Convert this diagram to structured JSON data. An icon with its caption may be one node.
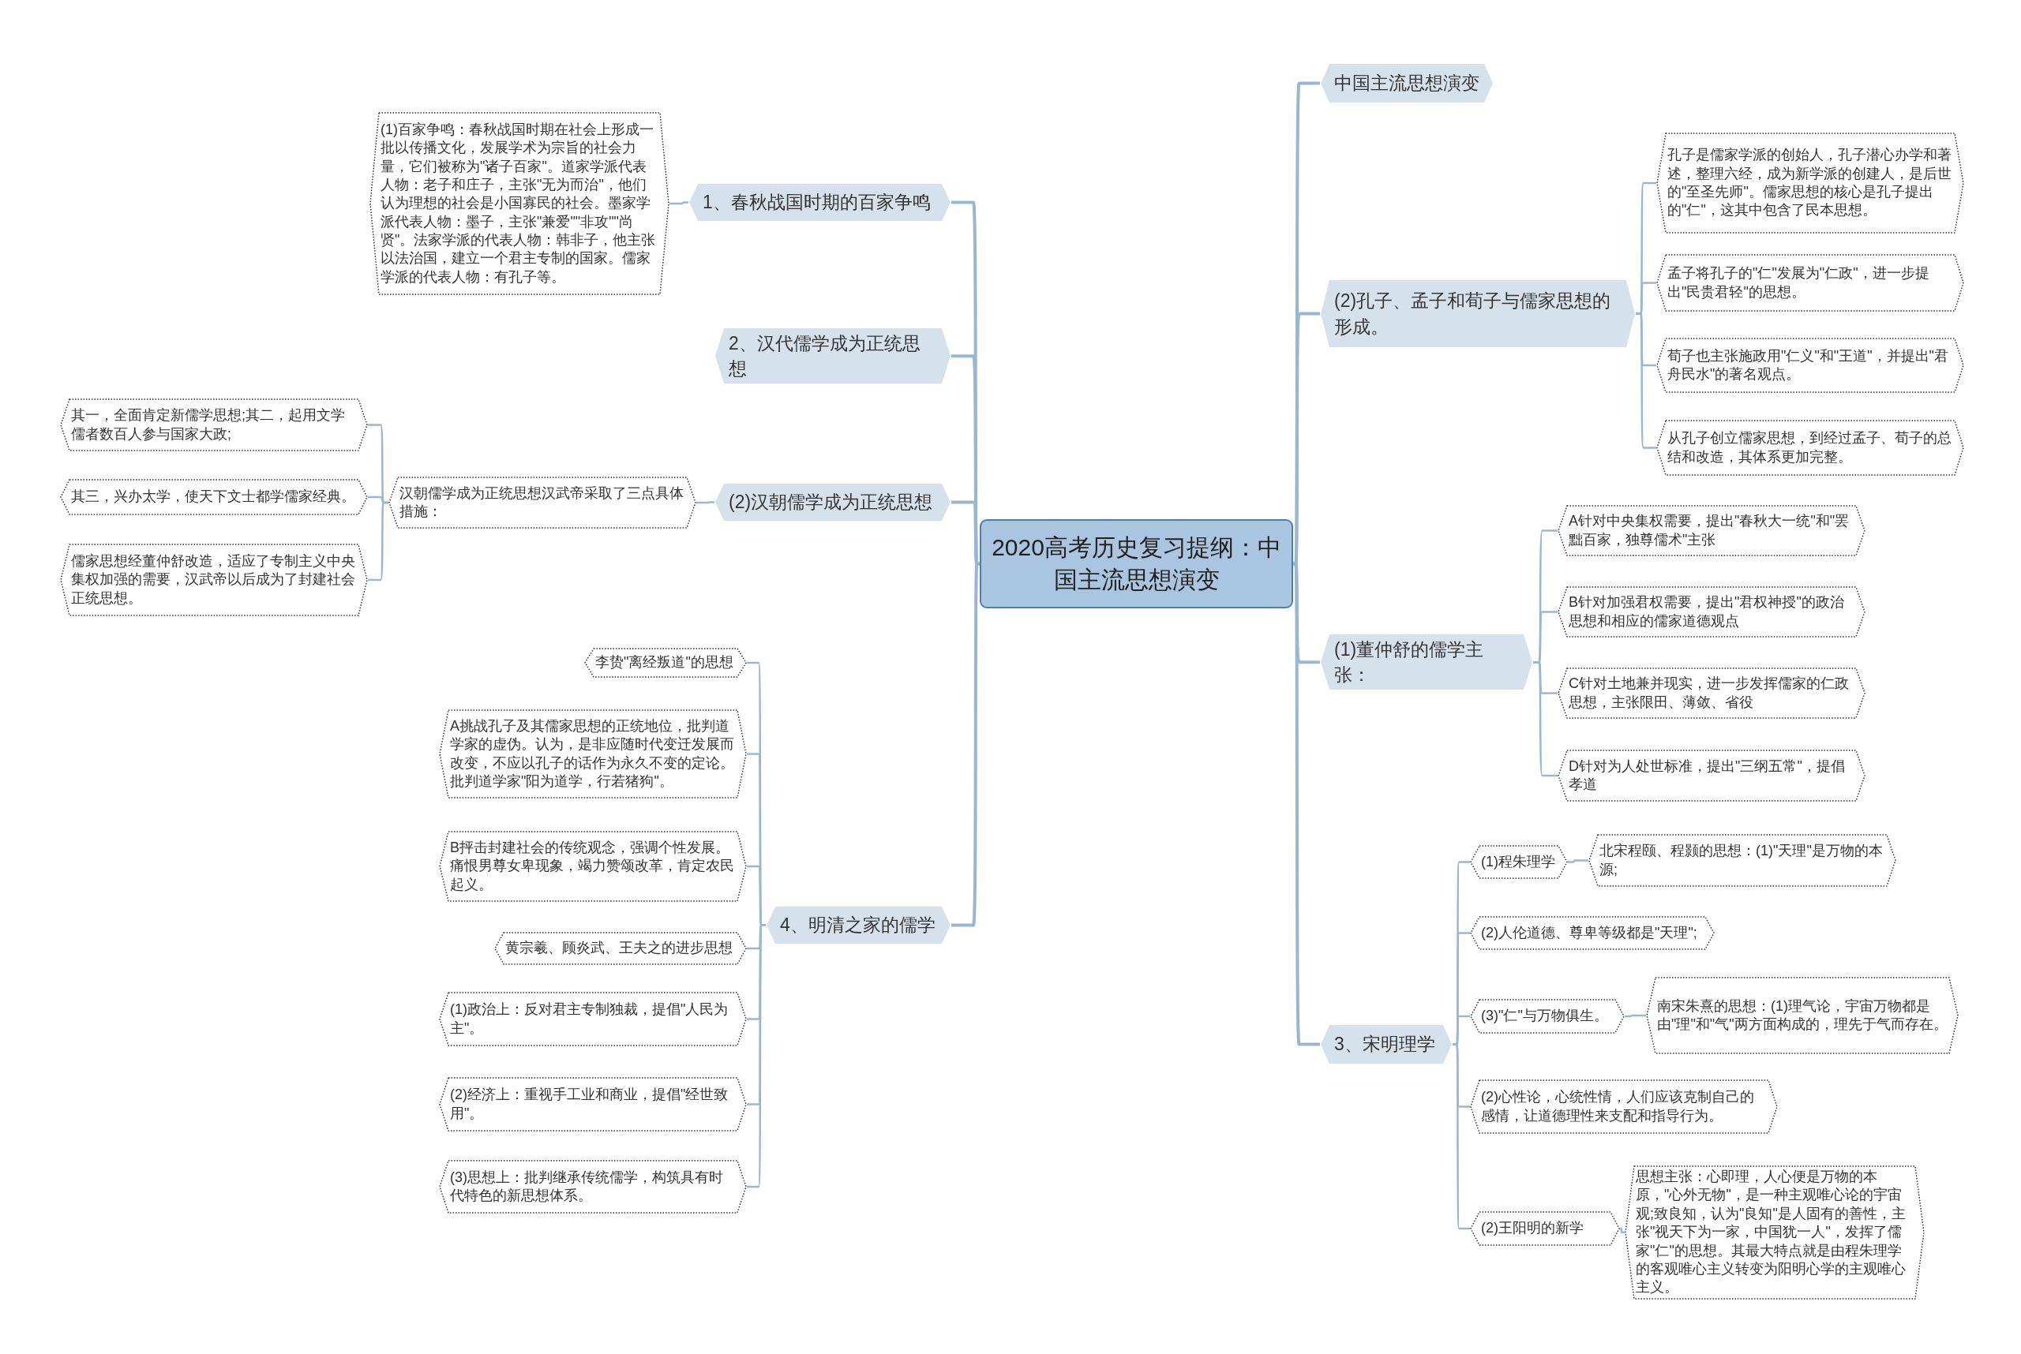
{
  "diagram": {
    "nodes": [
      {
        "text": [
          "2020高考历史复习提纲：中国主流思想演变"
        ]
      },
      {
        "text": [
          "1、春秋战国时期的百家争鸣"
        ]
      },
      {
        "text": [
          "(1)百家争鸣：春秋战国时期在社会上形成一批以传播文化，发展学术为宗旨的社会力量，它们被称为\"诸子百家\"。道家学派代表人物：老子和庄子，主张\"无为而治\"，他们认为理想的社会是小国寡民的社会。墨家学派代表人物：墨子，主张\"兼爱\"\"非攻\"\"尚贤\"。法家学派的代表人物：韩非子，他主张以法治国，建立一个君主专制的国家。儒家学派的代表人物：有孔子等。"
        ]
      },
      {
        "text": [
          "2、汉代儒学成为正统思想"
        ]
      },
      {
        "text": [
          "(2)汉朝儒学成为正统思想"
        ]
      },
      {
        "text": [
          "汉朝儒学成为正统思想汉武帝采取了三点具体措施："
        ]
      },
      {
        "text": [
          "其一，全面肯定新儒学思想;其二，起用文学儒者数百人参与国家大政;"
        ]
      },
      {
        "text": [
          "其三，兴办太学，使天下文士都学儒家经典。"
        ]
      },
      {
        "text": [
          "儒家思想经董仲舒改造，适应了专制主义中央集权加强的需要，汉武帝以后成为了封建社会正统思想。"
        ]
      },
      {
        "text": [
          "4、明清之家的儒学"
        ]
      },
      {
        "text": [
          "李贽\"离经叛道\"的思想"
        ]
      },
      {
        "text": [
          "A挑战孔子及其儒家思想的正统地位，批判道学家的虚伪。认为，是非应随时代变迁发展而改变，不应以孔子的话作为永久不变的定论。批判道学家\"阳为道学，行若猪狗\"。"
        ]
      },
      {
        "text": [
          "B抨击封建社会的传统观念，强调个性发展。痛恨男尊女卑现象，竭力赞颂改革，肯定农民起义。"
        ]
      },
      {
        "text": [
          "黄宗羲、顾炎武、王夫之的进步思想"
        ]
      },
      {
        "text": [
          "(1)政治上：反对君主专制独裁，提倡\"人民为主\"。"
        ]
      },
      {
        "text": [
          "(2)经济上：重视手工业和商业，提倡\"经世致用\"。"
        ]
      },
      {
        "text": [
          "(3)思想上：批判继承传统儒学，构筑具有时代特色的新思想体系。"
        ]
      },
      {
        "text": [
          "中国主流思想演变"
        ]
      },
      {
        "text": [
          "(2)孔子、孟子和荀子与儒家思想的形成。"
        ]
      },
      {
        "text": [
          "孔子是儒家学派的创始人，孔子潜心办学和著述，整理六经，成为新学派的创建人，是后世的\"至圣先师\"。儒家思想的核心是孔子提出的\"仁\"，这其中包含了民本思想。"
        ]
      },
      {
        "text": [
          "孟子将孔子的\"仁\"发展为\"仁政\"，进一步提出\"民贵君轻\"的思想。"
        ]
      },
      {
        "text": [
          "荀子也主张施政用\"仁义\"和\"王道\"，并提出\"君舟民水\"的著名观点。"
        ]
      },
      {
        "text": [
          "从孔子创立儒家思想，到经过孟子、荀子的总结和改造，其体系更加完整。"
        ]
      },
      {
        "text": [
          "(1)董仲舒的儒学主张："
        ]
      },
      {
        "text": [
          "A针对中央集权需要，提出\"春秋大一统\"和\"罢黜百家，独尊儒术\"主张"
        ]
      },
      {
        "text": [
          "B针对加强君权需要，提出\"君权神授\"的政治思想和相应的儒家道德观点"
        ]
      },
      {
        "text": [
          "C针对土地兼并现实，进一步发挥儒家的仁政思想，主张限田、薄敛、省役"
        ]
      },
      {
        "text": [
          "D针对为人处世标准，提出\"三纲五常\"，提倡孝道"
        ]
      },
      {
        "text": [
          "3、宋明理学"
        ]
      },
      {
        "text": [
          "(1)程朱理学"
        ]
      },
      {
        "text": [
          "北宋程颐、程颢的思想：(1)\"天理\"是万物的本源;"
        ]
      },
      {
        "text": [
          "(2)人伦道德、尊卑等级都是\"天理\";"
        ]
      },
      {
        "text": [
          "(3)\"仁\"与万物俱生。"
        ]
      },
      {
        "text": [
          "南宋朱熹的思想：(1)理气论，宇宙万物都是由\"理\"和\"气\"两方面构成的，理先于气而存在。"
        ]
      },
      {
        "text": [
          "(2)心性论，心统性情，人们应该克制自己的感情，让道德理性来支配和指导行为。"
        ]
      },
      {
        "text": [
          "(2)王阳明的新学"
        ]
      },
      {
        "text": [
          "思想主张：心即理，人心便是万物的本原，\"心外无物\"，是一种主观唯心论的宇宙观;致良知，认为\"良知\"是人固有的善性，主张\"视天下为一家，中国犹一人\"，发挥了儒家\"仁\"的思想。其最大特点就是由程朱理学的客观唯心主义转变为阳明心学的主观唯心主义。"
        ]
      }
    ],
    "edges": [
      {
        "from": 0,
        "to": 1,
        "arrow": "none"
      },
      {
        "from": 1,
        "to": 2,
        "arrow": "none"
      },
      {
        "from": 0,
        "to": 3,
        "arrow": "none"
      },
      {
        "from": 0,
        "to": 4,
        "arrow": "none"
      },
      {
        "from": 4,
        "to": 5,
        "arrow": "none"
      },
      {
        "from": 5,
        "to": 6,
        "arrow": "none"
      },
      {
        "from": 5,
        "to": 7,
        "arrow": "none"
      },
      {
        "from": 5,
        "to": 8,
        "arrow": "none"
      },
      {
        "from": 0,
        "to": 9,
        "arrow": "none"
      },
      {
        "from": 9,
        "to": 10,
        "arrow": "none"
      },
      {
        "from": 9,
        "to": 11,
        "arrow": "none"
      },
      {
        "from": 9,
        "to": 12,
        "arrow": "none"
      },
      {
        "from": 9,
        "to": 13,
        "arrow": "none"
      },
      {
        "from": 9,
        "to": 14,
        "arrow": "none"
      },
      {
        "from": 9,
        "to": 15,
        "arrow": "none"
      },
      {
        "from": 9,
        "to": 16,
        "arrow": "none"
      },
      {
        "from": 0,
        "to": 17,
        "arrow": "none"
      },
      {
        "from": 0,
        "to": 18,
        "arrow": "none"
      },
      {
        "from": 18,
        "to": 19,
        "arrow": "none"
      },
      {
        "from": 18,
        "to": 20,
        "arrow": "none"
      },
      {
        "from": 18,
        "to": 21,
        "arrow": "none"
      },
      {
        "from": 18,
        "to": 22,
        "arrow": "none"
      },
      {
        "from": 0,
        "to": 23,
        "arrow": "none"
      },
      {
        "from": 23,
        "to": 24,
        "arrow": "none"
      },
      {
        "from": 23,
        "to": 25,
        "arrow": "none"
      },
      {
        "from": 23,
        "to": 26,
        "arrow": "none"
      },
      {
        "from": 23,
        "to": 27,
        "arrow": "none"
      },
      {
        "from": 0,
        "to": 28,
        "arrow": "none"
      },
      {
        "from": 28,
        "to": 29,
        "arrow": "none"
      },
      {
        "from": 29,
        "to": 30,
        "arrow": "none"
      },
      {
        "from": 28,
        "to": 31,
        "arrow": "none"
      },
      {
        "from": 28,
        "to": 32,
        "arrow": "none"
      },
      {
        "from": 32,
        "to": 33,
        "arrow": "none"
      },
      {
        "from": 28,
        "to": 34,
        "arrow": "none"
      },
      {
        "from": 28,
        "to": 35,
        "arrow": "none"
      },
      {
        "from": 35,
        "to": 36,
        "arrow": "none"
      }
    ]
  }
}
